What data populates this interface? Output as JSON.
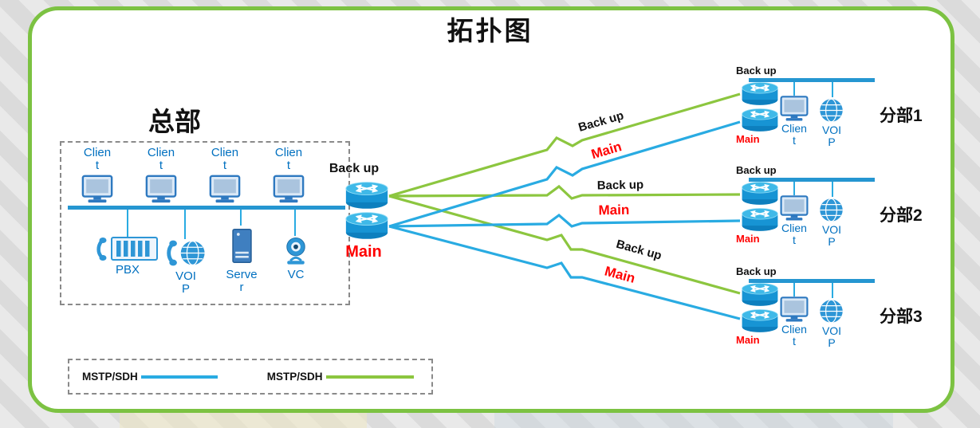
{
  "title": "拓扑图",
  "colors": {
    "frame_green": "#7CC242",
    "link_blue": "#29ABE2",
    "link_green": "#8CC63F",
    "bus_blue": "#2596D1",
    "label_blue": "#0070C0",
    "main_red": "#FF0000"
  },
  "headquarters": {
    "name": "总部",
    "clients": [
      {
        "label": "Clien\nt"
      },
      {
        "label": "Clien\nt"
      },
      {
        "label": "Clien\nt"
      },
      {
        "label": "Clien\nt"
      }
    ],
    "devices": {
      "pbx": {
        "label": "PBX"
      },
      "voip": {
        "label": "VOI\nP"
      },
      "server": {
        "label": "Serve\nr"
      },
      "vc": {
        "label": "VC"
      }
    }
  },
  "core": {
    "backup_label": "Back up",
    "main_label": "Main"
  },
  "link_labels": {
    "backup": "Back up",
    "main": "Main"
  },
  "branches": [
    {
      "name": "分部1",
      "backup_label": "Back up",
      "main_label": "Main",
      "client_label": "Clien\nt",
      "voip_label": "VOI\nP"
    },
    {
      "name": "分部2",
      "backup_label": "Back up",
      "main_label": "Main",
      "client_label": "Clien\nt",
      "voip_label": "VOI\nP"
    },
    {
      "name": "分部3",
      "backup_label": "Back up",
      "main_label": "Main",
      "client_label": "Clien\nt",
      "voip_label": "VOI\nP"
    }
  ],
  "legend": {
    "items": [
      {
        "label": "MSTP/SDH",
        "color": "#29ABE2"
      },
      {
        "label": "MSTP/SDH",
        "color": "#8CC63F"
      }
    ]
  }
}
